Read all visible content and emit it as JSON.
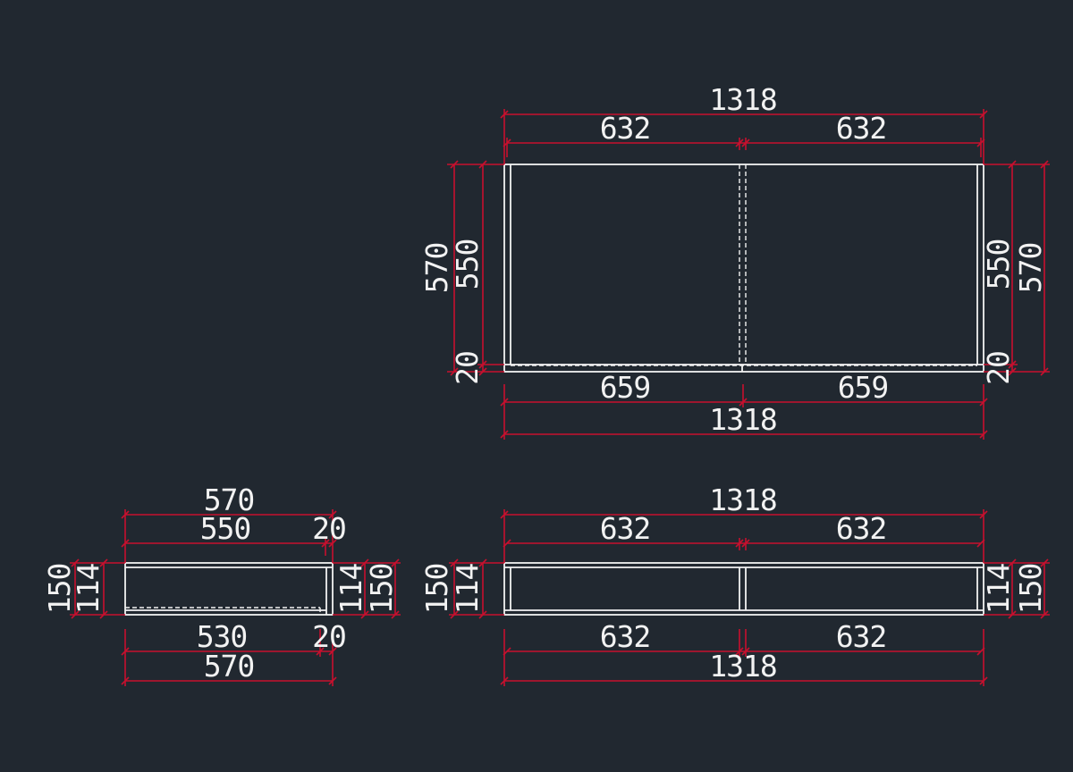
{
  "colors": {
    "background": "#212830",
    "dimension": "#c8102e",
    "geometry": "#f2f2f2"
  },
  "plan_view": {
    "top_overall": "1318",
    "top_left": "632",
    "top_right": "632",
    "left_overall": "570",
    "left_inner": "550",
    "left_bottom": "20",
    "right_inner": "550",
    "right_overall": "570",
    "right_bottom": "20",
    "bottom_left": "659",
    "bottom_right": "659",
    "bottom_overall": "1318"
  },
  "side_view": {
    "top_overall": "570",
    "top_left": "550",
    "top_right": "20",
    "left_outer": "150",
    "left_inner": "114",
    "right_inner": "114",
    "right_outer": "150",
    "bottom_left": "530",
    "bottom_right": "20",
    "bottom_overall": "570"
  },
  "front_view": {
    "top_overall": "1318",
    "top_left": "632",
    "top_right": "632",
    "left_outer": "150",
    "left_inner": "114",
    "right_inner": "114",
    "right_outer": "150",
    "bottom_left": "632",
    "bottom_right": "632",
    "bottom_overall": "1318"
  }
}
